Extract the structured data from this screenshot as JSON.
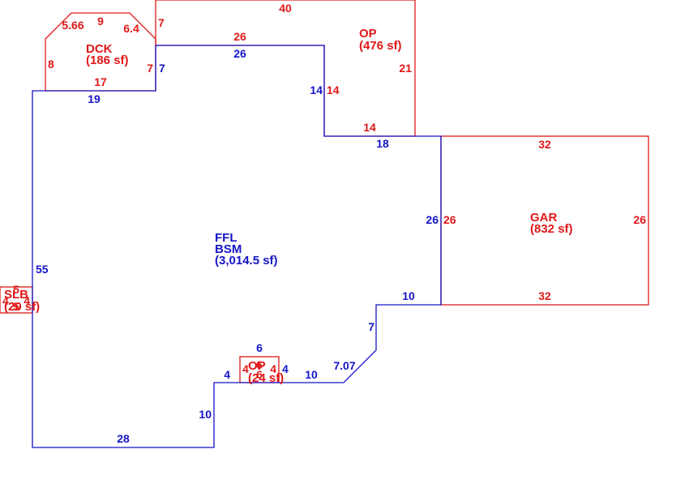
{
  "colors": {
    "main": "#1515c8",
    "aux": "#e01818",
    "background": "#ffffff"
  },
  "areas": {
    "main": {
      "code": "FFL",
      "sub": "BSM",
      "area": "(3,014.5 sf)"
    },
    "deck": {
      "code": "DCK",
      "area": "(186 sf)"
    },
    "op_top": {
      "code": "OP",
      "area": "(476 sf)"
    },
    "garage": {
      "code": "GAR",
      "area": "(832 sf)"
    },
    "slab": {
      "code": "SLB",
      "area": "(20 sf)"
    },
    "op_small": {
      "code": "OP",
      "area": "(24 sf)"
    }
  },
  "dims": {
    "main": {
      "left": "55",
      "bottom": "28",
      "step_left": "10",
      "step_small_left": "4",
      "step_small_right": "4",
      "bottom_mid": "10",
      "diag": "7.07",
      "right_low": "7",
      "right_step": "10",
      "right": "26",
      "top_right": "18",
      "notch_side": "14",
      "notch_top": "26",
      "deck_side": "7",
      "top_left": "19"
    },
    "deck": {
      "top": "9",
      "diag_left": "5.66",
      "diag_right": "6.4",
      "left": "8",
      "right": "7",
      "bottom": "17"
    },
    "op_top": {
      "top": "40",
      "left": "7",
      "bottom_edge": "26",
      "right": "21",
      "notch_side": "14",
      "bottom": "14"
    },
    "garage": {
      "top": "32",
      "left": "26",
      "right": "26",
      "bottom": "32"
    },
    "slab": {
      "left": "4",
      "right": "4",
      "top": "5",
      "bottom": "5"
    },
    "op_small": {
      "top": "6",
      "left": "4",
      "right": "4",
      "bottom": "6"
    }
  }
}
